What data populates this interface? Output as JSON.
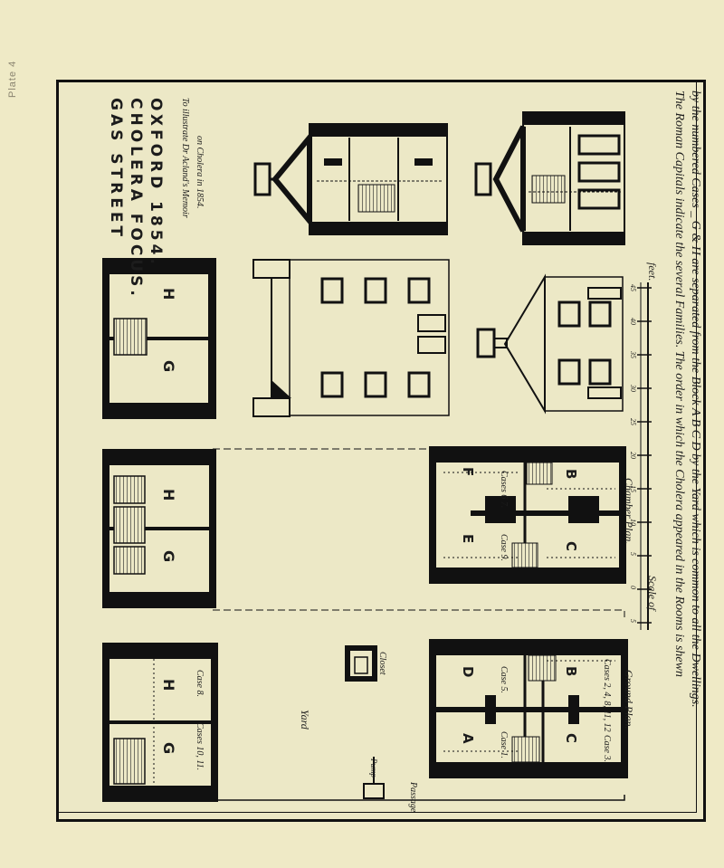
{
  "plate_label": "Plate 4",
  "heading": {
    "line1": "GAS STREET",
    "line2": "CHOLERA FOCUS.",
    "line3": "OXFORD 1854.",
    "dedication_line1": "To illustrate Dr Acland's Memoir",
    "dedication_line2": "on Cholera in 1854."
  },
  "labels": {
    "chamber_plan": "Chamber Plan.",
    "ground_plan": "Ground Plan.",
    "yard": "Yard",
    "closet": "Closet",
    "pump": "Pump",
    "passage": "Passage",
    "scale": "Scale of",
    "feet": "feet."
  },
  "scale_ticks": [
    "5",
    "0",
    "5",
    "10",
    "15",
    "20",
    "25",
    "30",
    "35",
    "40",
    "45"
  ],
  "room_letters": {
    "G": "G",
    "H": "H",
    "F": "F",
    "E": "E",
    "D": "D",
    "A": "A",
    "B": "B",
    "C": "C"
  },
  "case_labels": {
    "chamber_left": "Case 9.",
    "chamber_right": "Cases 6 7.",
    "ground_A": "Case 1.",
    "ground_D": "Case 5.",
    "ground_C": "Case 3.",
    "ground_B": "Cases 2, 4, 8, 11, 12",
    "ground_GH": "Cases 10, 11.",
    "ground_GH2": "Case 8."
  },
  "caption": {
    "line1": "The Roman Capitals indicate the several Families. The order in which the Cholera appeared in the Rooms is shewn",
    "line2": "by the numbered Cases _ G & H are separated from the Block A B C D by the Yard which is common to all the Dwellings."
  }
}
